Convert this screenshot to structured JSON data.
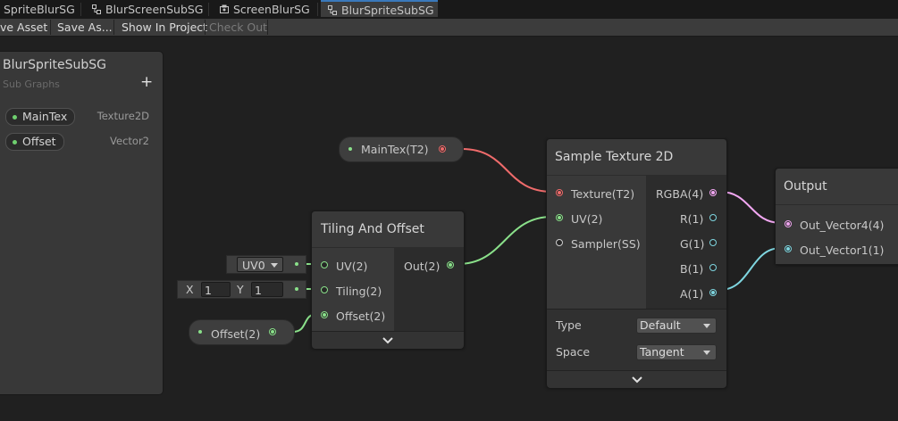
{
  "tabs": [
    {
      "label": "SpriteBlurSG",
      "icon": "none"
    },
    {
      "label": "BlurScreenSubSG",
      "icon": "subgraph-icon"
    },
    {
      "label": "ScreenBlurSG",
      "icon": "graph-icon"
    },
    {
      "label": "BlurSpriteSubSG",
      "icon": "subgraph-icon",
      "active": true
    }
  ],
  "toolbar": {
    "save_asset": "ve Asset",
    "save_as": "Save As...",
    "show_in_project": "Show In Project",
    "check_out": "Check Out"
  },
  "blackboard": {
    "title": "BlurSpriteSubSG",
    "subtitle": "Sub Graphs",
    "add": "+",
    "properties": [
      {
        "name": "MainTex",
        "type": "Texture2D"
      },
      {
        "name": "Offset",
        "type": "Vector2"
      }
    ]
  },
  "nodes": {
    "maintex_prop": {
      "label": "MainTex(T2)"
    },
    "offset_prop": {
      "label": "Offset(2)"
    },
    "tiling": {
      "title": "Tiling And Offset",
      "inputs": [
        "UV(2)",
        "Tiling(2)",
        "Offset(2)"
      ],
      "output": "Out(2)",
      "uv_default": "UV0",
      "tiling_x_label": "X",
      "tiling_x": "1",
      "tiling_y_label": "Y",
      "tiling_y": "1"
    },
    "sample": {
      "title": "Sample Texture 2D",
      "inputs": [
        "Texture(T2)",
        "UV(2)",
        "Sampler(SS)"
      ],
      "outputs": [
        "RGBA(4)",
        "R(1)",
        "G(1)",
        "B(1)",
        "A(1)"
      ],
      "type_label": "Type",
      "type_value": "Default",
      "space_label": "Space",
      "space_value": "Tangent"
    },
    "output": {
      "title": "Output",
      "inputs": [
        "Out_Vector4(4)",
        "Out_Vector1(1)"
      ]
    }
  },
  "colors": {
    "texture": "#ef6b6b",
    "vector2": "#8ae08a",
    "vector4": "#f2a7f2",
    "vector1": "#7fd6e0",
    "accent": "#3a79bb"
  }
}
